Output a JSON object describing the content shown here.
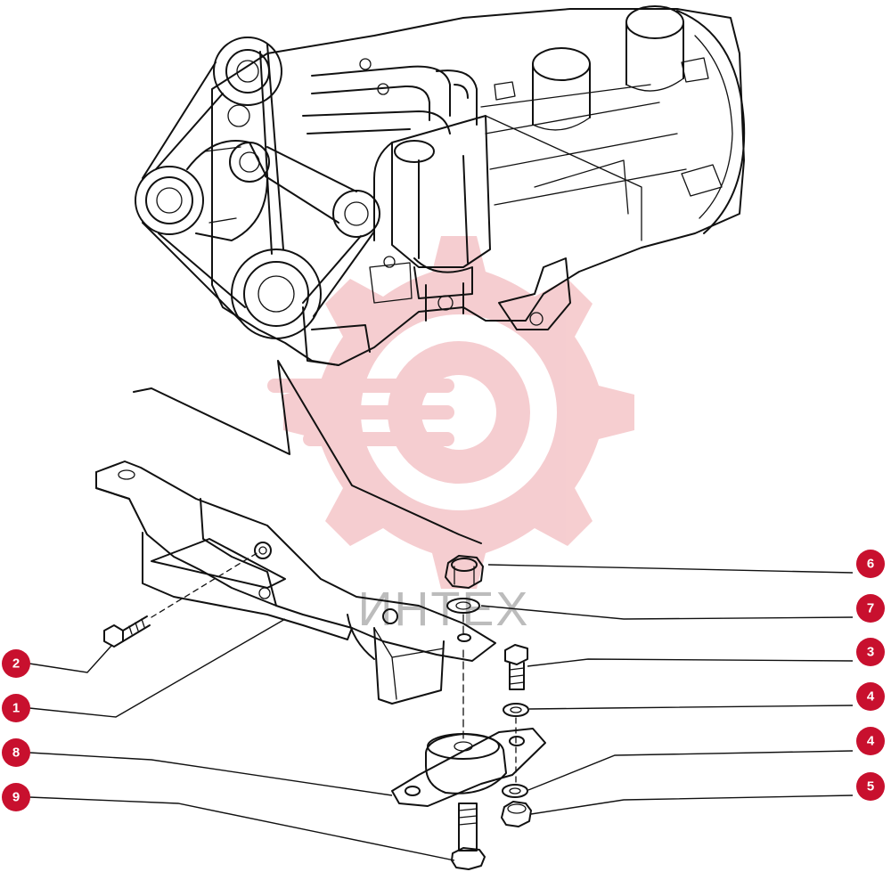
{
  "diagram": {
    "watermark_text": "ИНТЕХ",
    "colors": {
      "callout": "#c8102e",
      "watermark_gear": "#f4c5c8",
      "watermark_text": "#bcbcbc",
      "line": "#111111"
    },
    "callouts": [
      {
        "label": "1",
        "part": "bracket"
      },
      {
        "label": "2",
        "part": "bolt"
      },
      {
        "label": "3",
        "part": "bolt"
      },
      {
        "label": "4",
        "part": "washer"
      },
      {
        "label": "4",
        "part": "washer"
      },
      {
        "label": "5",
        "part": "nut"
      },
      {
        "label": "6",
        "part": "nut"
      },
      {
        "label": "7",
        "part": "washer"
      },
      {
        "label": "8",
        "part": "rubber-mount"
      },
      {
        "label": "9",
        "part": "bolt"
      }
    ]
  }
}
